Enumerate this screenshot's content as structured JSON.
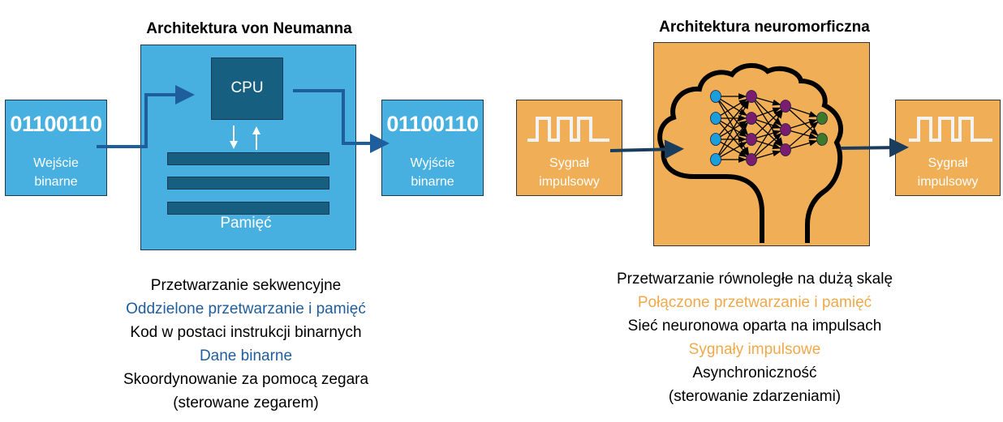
{
  "left": {
    "title": "Architektura von Neumanna",
    "input": {
      "binary": "01100110",
      "label_line1": "Wejście",
      "label_line2": "binarne"
    },
    "cpu_label": "CPU",
    "memory_label": "Pamięć",
    "output": {
      "binary": "01100110",
      "label_line1": "Wyjście",
      "label_line2": "binarne"
    },
    "features": [
      "Przetwarzanie sekwencyjne",
      "Oddzielone przetwarzanie i pamięć",
      "Kod w postaci instrukcji binarnych",
      "Dane binarne",
      "Skoordynowanie za pomocą zegara",
      "(sterowane zegarem)"
    ]
  },
  "right": {
    "title": "Architektura neuromorficzna",
    "input": {
      "label_line1": "Sygnał",
      "label_line2": "impulsowy"
    },
    "output": {
      "label_line1": "Sygnał",
      "label_line2": "impulsowy"
    },
    "features": [
      "Przetwarzanie równoległe na dużą skalę",
      "Połączone przetwarzanie i pamięć",
      "Sieć neuronowa oparta na impulsach",
      "Sygnały impulsowe",
      "Asynchroniczność",
      "(sterowanie zdarzeniami)"
    ]
  },
  "colors": {
    "blue_box": "#47b0e0",
    "dark_blue": "#175f80",
    "arrow": "#1f5e9c",
    "orange_box": "#f0ae56",
    "highlight_blue": "#1f5d9c",
    "highlight_orange": "#f0a94a"
  }
}
